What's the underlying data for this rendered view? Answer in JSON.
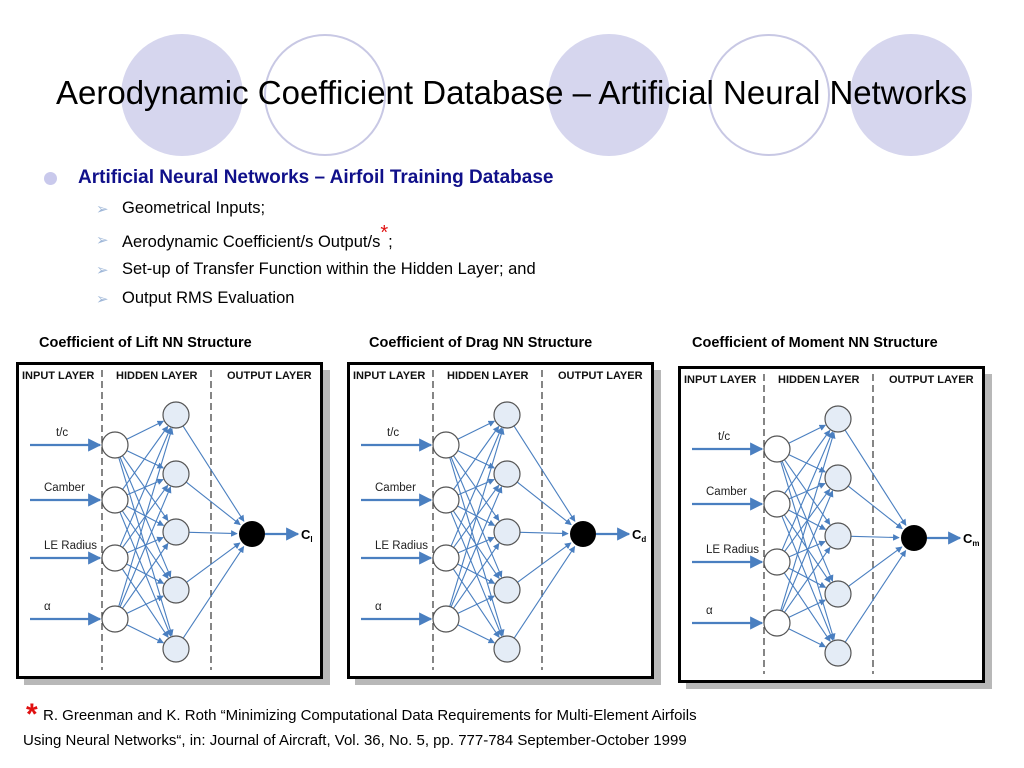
{
  "slide": {
    "title": "Aerodynamic Coefficient Database – Artificial Neural Networks",
    "bullet": "Artificial Neural Networks – Airfoil Training Database",
    "sub_items": [
      {
        "text": "Geometrical Inputs;",
        "star": "",
        "suffix": ""
      },
      {
        "text": "Aerodynamic Coefficient/s Output/s",
        "star": "*",
        "suffix": ";"
      },
      {
        "text": "Set-up of Transfer Function within the Hidden Layer; and",
        "star": "",
        "suffix": ""
      },
      {
        "text": "Output RMS Evaluation",
        "star": "",
        "suffix": ""
      }
    ],
    "reference": {
      "star": "*",
      "line1": "R. Greenman and K. Roth “Minimizing Computational Data Requirements for Multi-Element Airfoils",
      "line2": "Using Neural Networks“, in: Journal of Aircraft, Vol. 36, No. 5, pp. 777-784 September-October 1999"
    }
  },
  "colors": {
    "title_text": "#000000",
    "bullet_text": "#10108a",
    "star": "#e01010",
    "deco_fill": "#d6d6ee",
    "deco_ring": "#c8c8e4",
    "arrow_blue": "#4a7fc0",
    "node_fill": "#e4ecf6"
  },
  "layer_labels": {
    "input": "INPUT LAYER",
    "hidden": "HIDDEN LAYER",
    "output": "OUTPUT LAYER"
  },
  "inputs": [
    "t/c",
    "Camber",
    "LE Radius",
    "α"
  ],
  "panels": [
    {
      "id": "lift",
      "heading": "Coefficient of Lift NN Structure",
      "out_main": "C",
      "out_sub": "l"
    },
    {
      "id": "drag",
      "heading": "Coefficient of Drag NN Structure",
      "out_main": "C",
      "out_sub": "d"
    },
    {
      "id": "moment",
      "heading": "Coefficient of Moment NN Structure",
      "out_main": "C",
      "out_sub": "m"
    }
  ]
}
